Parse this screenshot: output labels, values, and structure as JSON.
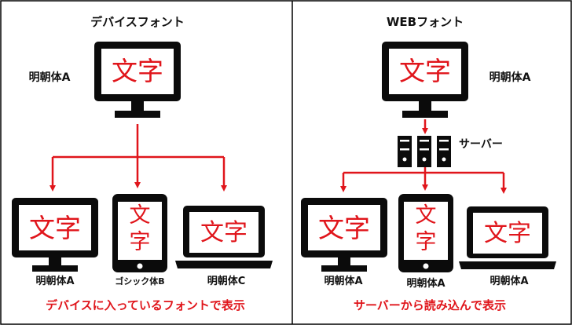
{
  "left_panel": {
    "title": "デバイスフォント",
    "top_font_label": "明朝体A",
    "top_device_text": "文字",
    "devices": [
      {
        "text": "文字",
        "label": "明朝体A"
      },
      {
        "text": "文字",
        "label": "ゴシック体B"
      },
      {
        "text": "文字",
        "label": "明朝体C"
      }
    ],
    "caption": "デバイスに入っているフォントで表示"
  },
  "right_panel": {
    "title": "WEBフォント",
    "top_font_label": "明朝体A",
    "top_device_text": "文字",
    "server_label": "サーバー",
    "devices": [
      {
        "text": "文字",
        "label": "明朝体A"
      },
      {
        "text": "文字",
        "label": "明朝体A"
      },
      {
        "text": "文字",
        "label": "明朝体A"
      }
    ],
    "caption": "サーバーから読み込んで表示"
  },
  "colors": {
    "accent_red": "#e0151b",
    "device_black": "#0b0b0b",
    "border": "#000000",
    "text": "#111111"
  }
}
